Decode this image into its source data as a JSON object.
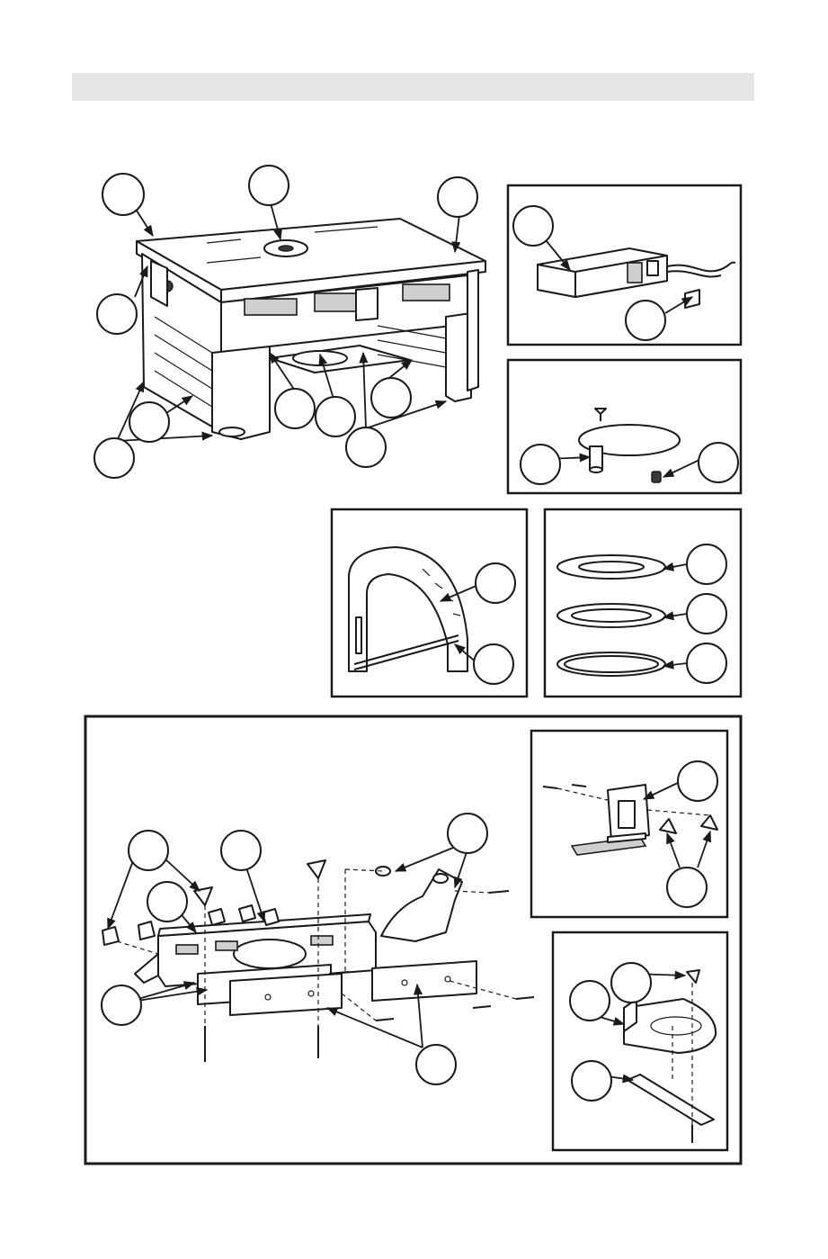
{
  "page": {
    "background": "#ffffff",
    "banner_color": "#e6e6e6",
    "ink_color": "#1a1a1a"
  },
  "panels": [
    "router-table-assembly",
    "power-switch-box",
    "starter-pin-and-guard",
    "miter-gauge",
    "insert-rings",
    "fence-assembly",
    "featherboard",
    "sled-base"
  ],
  "callout_count": 31
}
